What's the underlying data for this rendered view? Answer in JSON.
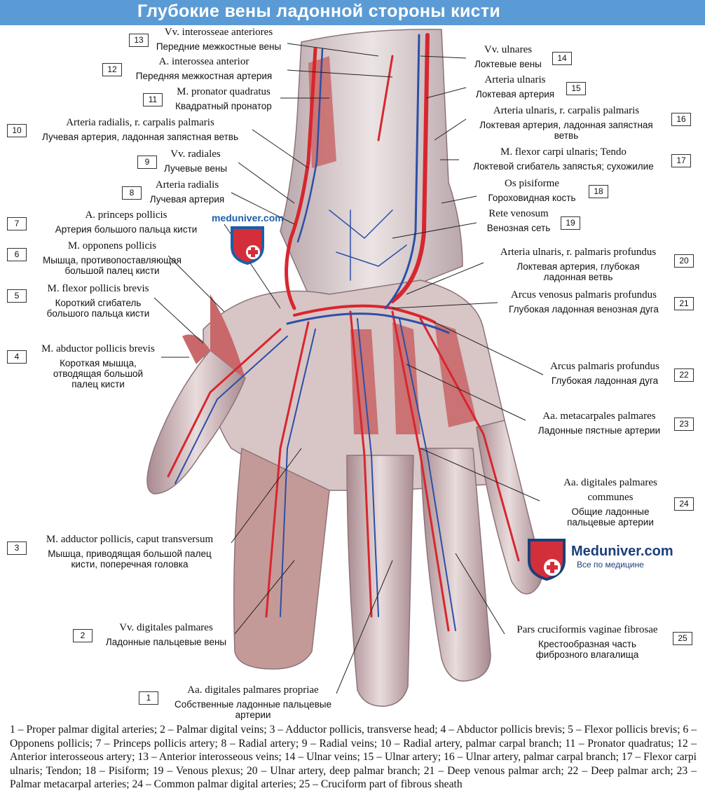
{
  "title": "Глубокие вены ладонной стороны кисти",
  "colors": {
    "banner": "#5b9bd5",
    "artery": "#d8262e",
    "vein": "#2b4fa8",
    "muscle": "#c9686a",
    "tendon": "#efe3e0"
  },
  "watermark": {
    "small": "meduniver.com",
    "brand": "Meduniver.com",
    "slogan": "Все по медицине"
  },
  "labels": [
    {
      "n": "13",
      "lat": "Vv. interosseae anteriores",
      "ru": "Передние межкостные вены"
    },
    {
      "n": "12",
      "lat": "A. interossea anterior",
      "ru": "Передняя межкостная артерия"
    },
    {
      "n": "11",
      "lat": "M. pronator quadratus",
      "ru": "Квадратный пронатор"
    },
    {
      "n": "10",
      "lat": "Arteria radialis, r. carpalis palmaris",
      "ru": "Лучевая артерия, ладонная запястная ветвь"
    },
    {
      "n": "9",
      "lat": "Vv. radiales",
      "ru": "Лучевые вены"
    },
    {
      "n": "8",
      "lat": "Arteria radialis",
      "ru": "Лучевая артерия"
    },
    {
      "n": "7",
      "lat": "A. princeps pollicis",
      "ru": "Артерия большого пальца кисти"
    },
    {
      "n": "6",
      "lat": "M. opponens pollicis",
      "ru1": "Мышца, противопоставляющая",
      "ru2": "большой палец кисти"
    },
    {
      "n": "5",
      "lat": "M. flexor pollicis brevis",
      "ru1": "Короткий сгибатель",
      "ru2": "большого пальца кисти"
    },
    {
      "n": "4",
      "lat": "M. abductor pollicis brevis",
      "ru1": "Короткая мышца,",
      "ru2": "отводящая большой",
      "ru3": "палец кисти"
    },
    {
      "n": "3",
      "lat": "M. adductor pollicis, caput transversum",
      "ru1": "Мышца, приводящая большой палец",
      "ru2": "кисти, поперечная головка"
    },
    {
      "n": "2",
      "lat": "Vv. digitales palmares",
      "ru": "Ладонные пальцевые вены"
    },
    {
      "n": "1",
      "lat": "Aa. digitales palmares propriae",
      "ru1": "Собственные ладонные пальцевые",
      "ru2": "артерии"
    },
    {
      "n": "14",
      "lat": "Vv. ulnares",
      "ru": "Локтевые вены"
    },
    {
      "n": "15",
      "lat": "Arteria ulnaris",
      "ru": "Локтевая артерия"
    },
    {
      "n": "16",
      "lat": "Arteria ulnaris, r. carpalis palmaris",
      "ru1": "Локтевая артерия, ладонная запястная",
      "ru2": "ветвь"
    },
    {
      "n": "17",
      "lat": "M. flexor carpi ulnaris; Tendo",
      "ru": "Локтевой сгибатель запястья; сухожилие"
    },
    {
      "n": "18",
      "lat": "Os pisiforme",
      "ru": "Гороховидная кость"
    },
    {
      "n": "19",
      "lat": "Rete venosum",
      "ru": "Венозная сеть"
    },
    {
      "n": "20",
      "lat": "Arteria ulnaris, r. palmaris profundus",
      "ru1": "Локтевая артерия, глубокая",
      "ru2": "ладонная ветвь"
    },
    {
      "n": "21",
      "lat": "Arcus venosus palmaris profundus",
      "ru": "Глубокая ладонная венозная дуга"
    },
    {
      "n": "22",
      "lat": "Arcus palmaris profundus",
      "ru": "Глубокая ладонная дуга"
    },
    {
      "n": "23",
      "lat": "Aa. metacarpales palmares",
      "ru": "Ладонные пястные артерии"
    },
    {
      "n": "24",
      "lat1": "Aa. digitales palmares",
      "lat2": "communes",
      "ru1": "Общие ладонные",
      "ru2": "пальцевые артерии"
    },
    {
      "n": "25",
      "lat": "Pars cruciformis vaginae fibrosae",
      "ru1": "Крестообразная часть",
      "ru2": "фиброзного влагалища"
    }
  ],
  "caption": "1 – Proper palmar digital arteries; 2 – Palmar digital veins; 3 – Adductor pollicis, transverse head; 4 – Abductor pollicis brevis; 5 – Flexor pollicis brevis; 6 – Opponens pollicis; 7 – Princeps pollicis artery; 8 – Radial artery; 9 – Radial veins; 10 – Radial artery, palmar carpal branch; 11 – Pronator quadratus; 12 – Anterior interosseous artery; 13 – Anterior interosseous veins; 14 – Ulnar veins; 15 – Ulnar artery; 16 – Ulnar artery, palmar carpal branch; 17 – Flexor carpi ulnaris; Tendon; 18 – Pisiform; 19 – Venous plexus; 20 – Ulnar artery, deep palmar branch; 21 – Deep venous palmar arch; 22 – Deep palmar arch; 23 – Palmar metacarpal arteries; 24 – Common palmar digital arteries; 25 – Cruciform part of fibrous sheath"
}
